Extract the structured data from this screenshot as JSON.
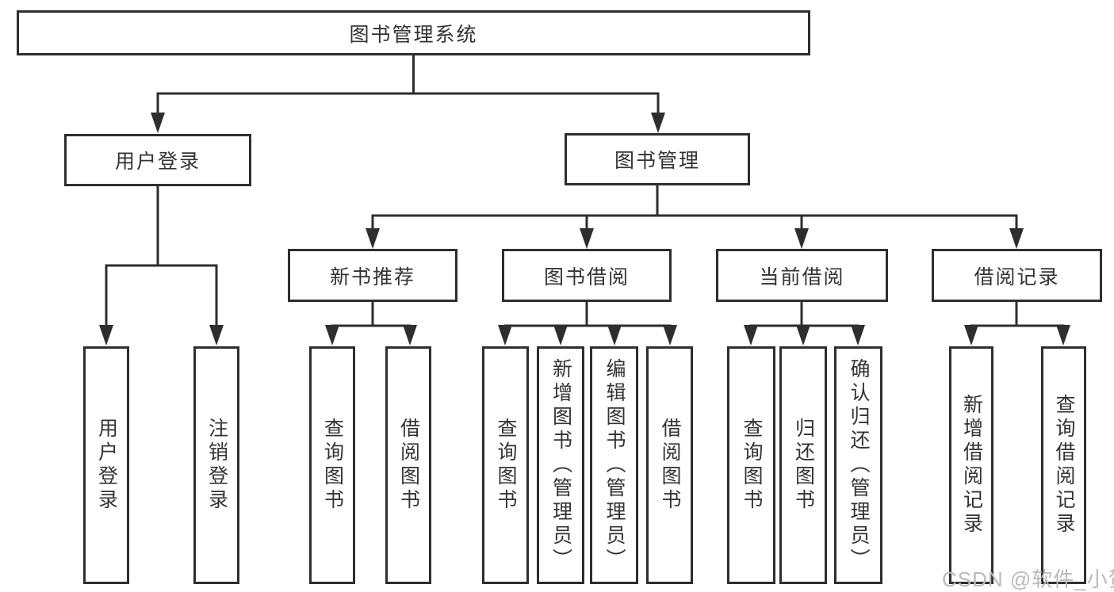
{
  "colors": {
    "line": "#2e2e2e",
    "text": "#333333",
    "box_fill": "#ffffff",
    "background": "#ffffff",
    "watermark": "#bababa"
  },
  "tree": {
    "root": {
      "label": "图书管理系统"
    },
    "branches": [
      {
        "label": "用户登录",
        "children": [
          {
            "label": "用户登录"
          },
          {
            "label": "注销登录"
          }
        ]
      },
      {
        "label": "图书管理",
        "children": [
          {
            "label": "新书推荐",
            "children": [
              {
                "label": "查询图书"
              },
              {
                "label": "借阅图书"
              }
            ]
          },
          {
            "label": "图书借阅",
            "children": [
              {
                "label": "查询图书"
              },
              {
                "label": "新增图书（管理员）"
              },
              {
                "label": "编辑图书（管理员）"
              },
              {
                "label": "借阅图书"
              }
            ]
          },
          {
            "label": "当前借阅",
            "children": [
              {
                "label": "查询图书"
              },
              {
                "label": "归还图书"
              },
              {
                "label": "确认归还（管理员）"
              }
            ]
          },
          {
            "label": "借阅记录",
            "children": [
              {
                "label": "新增借阅记录"
              },
              {
                "label": "查询借阅记录"
              }
            ]
          }
        ]
      }
    ]
  },
  "watermark": {
    "text": "CSDN @软件_小贺同学"
  }
}
